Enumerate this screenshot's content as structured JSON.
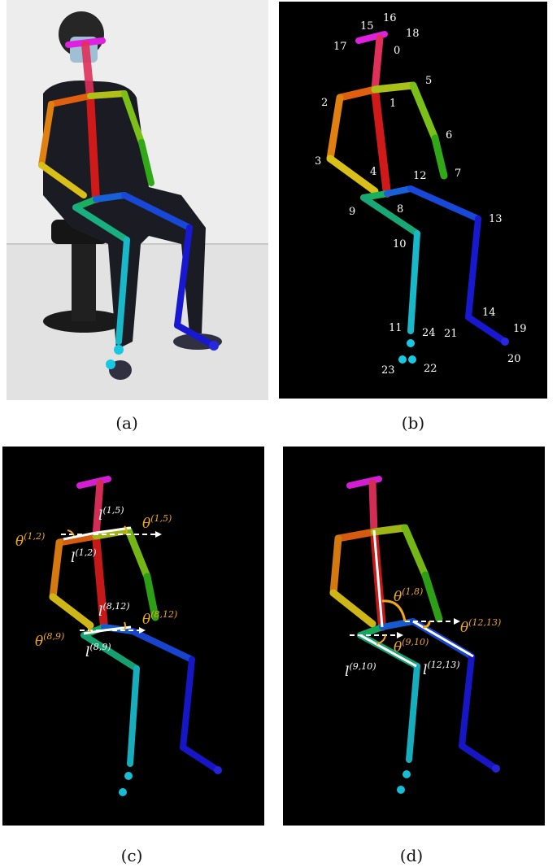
{
  "captions": [
    "(a)",
    "(b)",
    "(c)",
    "(d)"
  ],
  "colors": {
    "head": "#e020e0",
    "neck": "#e0305a",
    "torso": "#d01a1a",
    "r_upper_arm": "#e08010",
    "r_forearm": "#d8c018",
    "l_upper_arm": "#7ac018",
    "l_forearm": "#30a818",
    "r_thigh": "#18b060",
    "r_shin": "#18b8c8",
    "l_thigh": "#1848d8",
    "l_shin": "#1818d0",
    "annotation": "#f0a818",
    "line_white": "#ffffff"
  },
  "keypoints_b": [
    "0",
    "1",
    "2",
    "3",
    "4",
    "5",
    "6",
    "7",
    "8",
    "9",
    "10",
    "11",
    "12",
    "13",
    "14",
    "15",
    "16",
    "17",
    "18",
    "19",
    "20",
    "21",
    "22",
    "23",
    "24"
  ],
  "annotations_c": {
    "l15": {
      "base": "l",
      "sup": "(1,5)"
    },
    "t15": {
      "base": "θ",
      "sup": "(1,5)"
    },
    "t12": {
      "base": "θ",
      "sup": "(1,2)"
    },
    "l12": {
      "base": "l",
      "sup": "(1,2)"
    },
    "l812": {
      "base": "l",
      "sup": "(8,12)"
    },
    "t812": {
      "base": "θ",
      "sup": "(8,12)"
    },
    "t89": {
      "base": "θ",
      "sup": "(8,9)"
    },
    "l89": {
      "base": "l",
      "sup": "(8,9)"
    }
  },
  "annotations_d": {
    "t18": {
      "base": "θ",
      "sup": "(1,8)"
    },
    "t1213": {
      "base": "θ",
      "sup": "(12,13)"
    },
    "t910": {
      "base": "θ",
      "sup": "(9,10)"
    },
    "l910": {
      "base": "l",
      "sup": "(9,10)"
    },
    "l1213": {
      "base": "l",
      "sup": "(12,13)"
    }
  }
}
